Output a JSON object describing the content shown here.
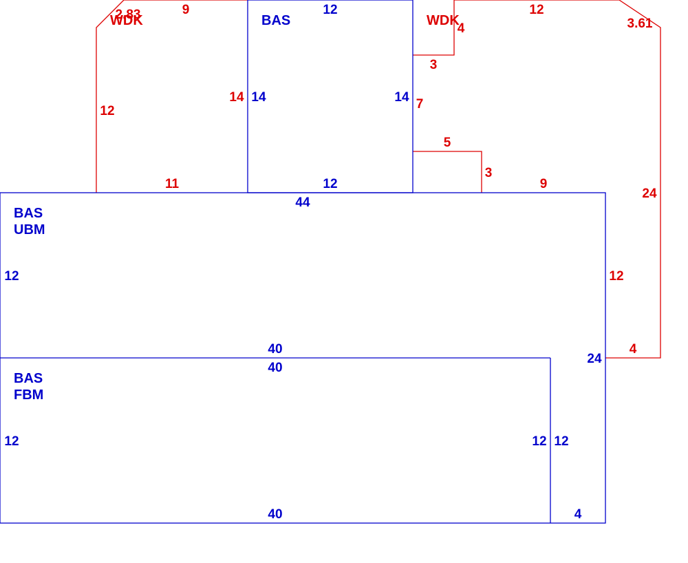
{
  "colors": {
    "living_area": "#0000cc",
    "deck_area": "#dd0000"
  },
  "areas": {
    "bas_top": [
      "BAS"
    ],
    "wdk_left": [
      "WDK"
    ],
    "wdk_right": [
      "WDK"
    ],
    "bas_ubm": [
      "BAS",
      "UBM"
    ],
    "bas_fbm": [
      "BAS",
      "FBM"
    ]
  },
  "dimensions": {
    "wdk_left": {
      "diag": "2.83",
      "top": "9",
      "left": "12",
      "right": "14",
      "bottom": "11"
    },
    "bas_top": {
      "top": "12",
      "left": "14",
      "right": "14",
      "bottom": "12"
    },
    "wdk_right": {
      "step_vertical": "4",
      "step_horizontal": "3",
      "top": "12",
      "diag": "3.61",
      "left": "7",
      "notch_horizontal": "5",
      "notch_vertical": "3",
      "bottom": "9",
      "right": "24",
      "lower_right_vertical": "12",
      "lower_right_horizontal": "4"
    },
    "bas_ubm": {
      "top": "44",
      "left": "12",
      "bottom": "40",
      "right": "24"
    },
    "bas_fbm": {
      "top": "40",
      "left": "12",
      "right": "12",
      "bottom": "40"
    },
    "ubm_extension": {
      "left": "12",
      "bottom": "4"
    }
  }
}
